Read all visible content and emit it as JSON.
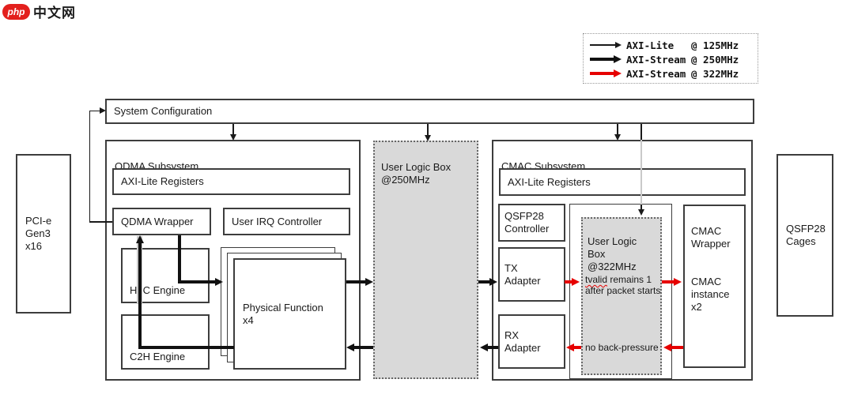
{
  "logo": {
    "badge": "php",
    "site": "中文网"
  },
  "legend": {
    "items": [
      {
        "label": "AXI-Lite",
        "freq": "@ 125MHz",
        "type": "thin-black"
      },
      {
        "label": "AXI-Stream",
        "freq": "@ 250MHz",
        "type": "thick-black"
      },
      {
        "label": "AXI-Stream",
        "freq": "@ 322MHz",
        "type": "thick-red"
      }
    ]
  },
  "blocks": {
    "system_configuration": "System Configuration",
    "pcie": "PCI-e\nGen3\nx16",
    "qsfp28_cages": "QSFP28\nCages",
    "qdma_subsystem": "QDMA Subsystem",
    "qdma_axi_lite_registers": "AXI-Lite Registers",
    "qdma_wrapper": "QDMA Wrapper",
    "user_irq_controller": "User IRQ Controller",
    "h2c_engine": "H2C Engine",
    "c2h_engine": "C2H Engine",
    "physical_function": "Physical Function\nx4",
    "user_logic_box_250": "User Logic Box\n@250MHz",
    "cmac_subsystem": "CMAC Subsystem",
    "cmac_axi_lite_registers": "AXI-Lite Registers",
    "qsfp28_controller": "QSFP28\nController",
    "tx_adapter": "TX\nAdapter",
    "rx_adapter": "RX\nAdapter",
    "user_logic_box_322": "User Logic\nBox\n@322MHz",
    "cmac_wrapper": "CMAC\nWrapper",
    "cmac_instance": "CMAC\ninstance\nx2"
  },
  "annotations": {
    "tvalid_word": "tvalid",
    "tvalid_rest": " remains 1",
    "tvalid_line2": "after packet starts",
    "no_backpressure": "no back-pressure"
  },
  "colors": {
    "axi_lite_125": "#1a1a1a",
    "axi_stream_250": "#111111",
    "axi_stream_322": "#e60000",
    "user_logic_fill": "#d9d9d9",
    "lite_pass_through": "#c9c9c9",
    "logo_red": "#e3201d"
  }
}
